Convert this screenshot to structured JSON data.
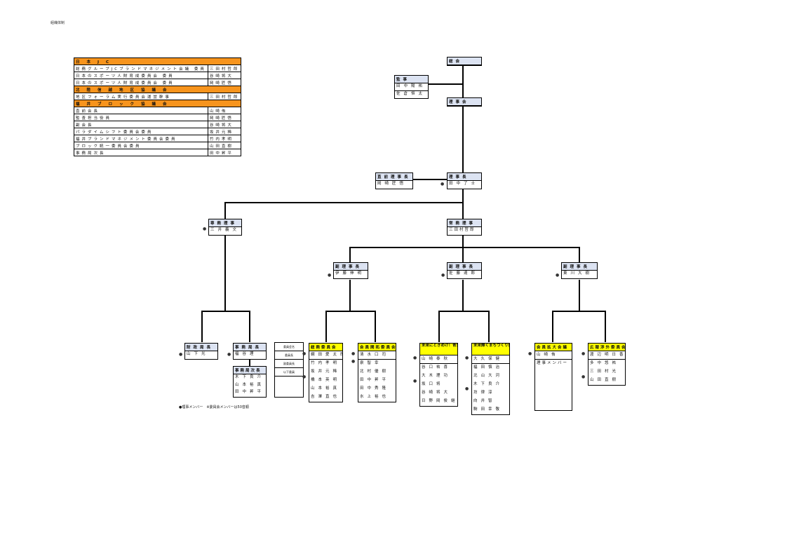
{
  "corner_label": "組織体制",
  "info_table": {
    "rows": [
      {
        "type": "header",
        "text": "日本JC"
      },
      {
        "type": "row",
        "role": "総務グループJCブランドマネジメント会議 委員",
        "name": "三田村哲郎"
      },
      {
        "type": "row",
        "role": "日本のスポーツ人財育成委員会 委員",
        "name": "谷崎将大"
      },
      {
        "type": "row",
        "role": "日本のスポーツ人財育成委員会 委員",
        "name": "岡崎匠悟"
      },
      {
        "type": "header",
        "text": "北陸信越地区協議会"
      },
      {
        "type": "row",
        "role": "地区フォーラム実行委員会運営幹事",
        "name": "三田村哲郎"
      },
      {
        "type": "header",
        "text": "福井ブロック協議会"
      },
      {
        "type": "row",
        "role": "直前会長",
        "name": "山崎侑"
      },
      {
        "type": "row",
        "role": "監査担当役員",
        "name": "岡崎匠悟"
      },
      {
        "type": "row",
        "role": "副会長",
        "name": "谷崎将大"
      },
      {
        "type": "row",
        "role": "パラダイムシフト委員会委員",
        "name": "坂井元稀"
      },
      {
        "type": "row",
        "role": "福井ブランドマネジメント委員会委員",
        "name": "竹内孝明"
      },
      {
        "type": "row",
        "role": "ブロック統一委員会委員",
        "name": "山田直樹"
      },
      {
        "type": "row",
        "role": "事務局次長",
        "name": "田中昇平"
      }
    ]
  },
  "nodes": {
    "general_assembly": {
      "title": "総会"
    },
    "auditors": {
      "title": "監事",
      "members": [
        "田中陽祐",
        "佐倉恒太"
      ]
    },
    "board": {
      "title": "理事会"
    },
    "past_president": {
      "title": "直前理事長",
      "members": [
        "岡崎匠悟"
      ],
      "director": false
    },
    "president": {
      "title": "理事長",
      "members": [
        "田中了士"
      ],
      "director": true
    },
    "sec_general": {
      "title": "専務理事",
      "members": [
        "三井義文"
      ],
      "director": true
    },
    "vp_exec": {
      "title": "常務理事",
      "members": [
        "三田村哲郎"
      ]
    },
    "vp1": {
      "title": "副理事長",
      "members": [
        "伊藤伸明"
      ],
      "director": true
    },
    "vp2": {
      "title": "副理事長",
      "members": [
        "佐藤達郎"
      ],
      "director": true
    },
    "vp3": {
      "title": "副理事長",
      "members": [
        "東川大樹"
      ],
      "director": true
    },
    "treasurer": {
      "title": "財政局長",
      "members": [
        "山下光"
      ],
      "director": true
    },
    "secretariat": {
      "title": "事務局長",
      "members": [
        "福谷理"
      ],
      "director": true
    },
    "secretariat_sub": {
      "title": "事務局次長",
      "members": [
        "木下良介",
        "山本裕真",
        "田中昇平"
      ]
    },
    "legend": {
      "items": [
        "委員会名",
        "委員長",
        "副委員長",
        "以下委員"
      ]
    },
    "committees": [
      {
        "title": "総務委員会",
        "members": [
          "網田愛太郎",
          "竹内孝明",
          "坂井元稀",
          "橋本英明",
          "山本裕真",
          "吉澤直也"
        ],
        "directors": [
          0,
          3
        ]
      },
      {
        "title": "会員開拓委員会",
        "members": [
          "清水口司",
          "泉智幸",
          "北村優樹",
          "田中昇平",
          "田中秀隆",
          "水上裕也"
        ],
        "directors": [
          0,
          1
        ]
      },
      {
        "title": "未来にときめけ！青少年育成委員会",
        "members": [
          "山崎泰秋",
          "谷口祐喜",
          "大木理功",
          "坂口将",
          "谷崎将大",
          "日野岡俊継"
        ],
        "directors": [
          0,
          3
        ]
      },
      {
        "title": "未来輝くまちづくり委員会",
        "members": [
          "大久保健",
          "福田慎治",
          "北山大河",
          "木下良介",
          "坊律淳",
          "向井智",
          "駒田幸敬"
        ],
        "directors": [
          0,
          4
        ]
      },
      {
        "title": "会員拡大会議",
        "members": [
          "山崎侑",
          "理事メンバー"
        ],
        "directors": [
          0
        ]
      },
      {
        "title": "広報渉外委員会",
        "members": [
          "渡辺明日香",
          "多中悠祐",
          "三田村光",
          "山田直樹"
        ],
        "directors": [
          0,
          3
        ]
      }
    ]
  },
  "footnote": "●理事メンバー　※委員会メンバーは50音順",
  "colors": {
    "header_blue": "#dce3f2",
    "header_orange": "#f7941d",
    "committee_yellow": "#ffff00"
  }
}
